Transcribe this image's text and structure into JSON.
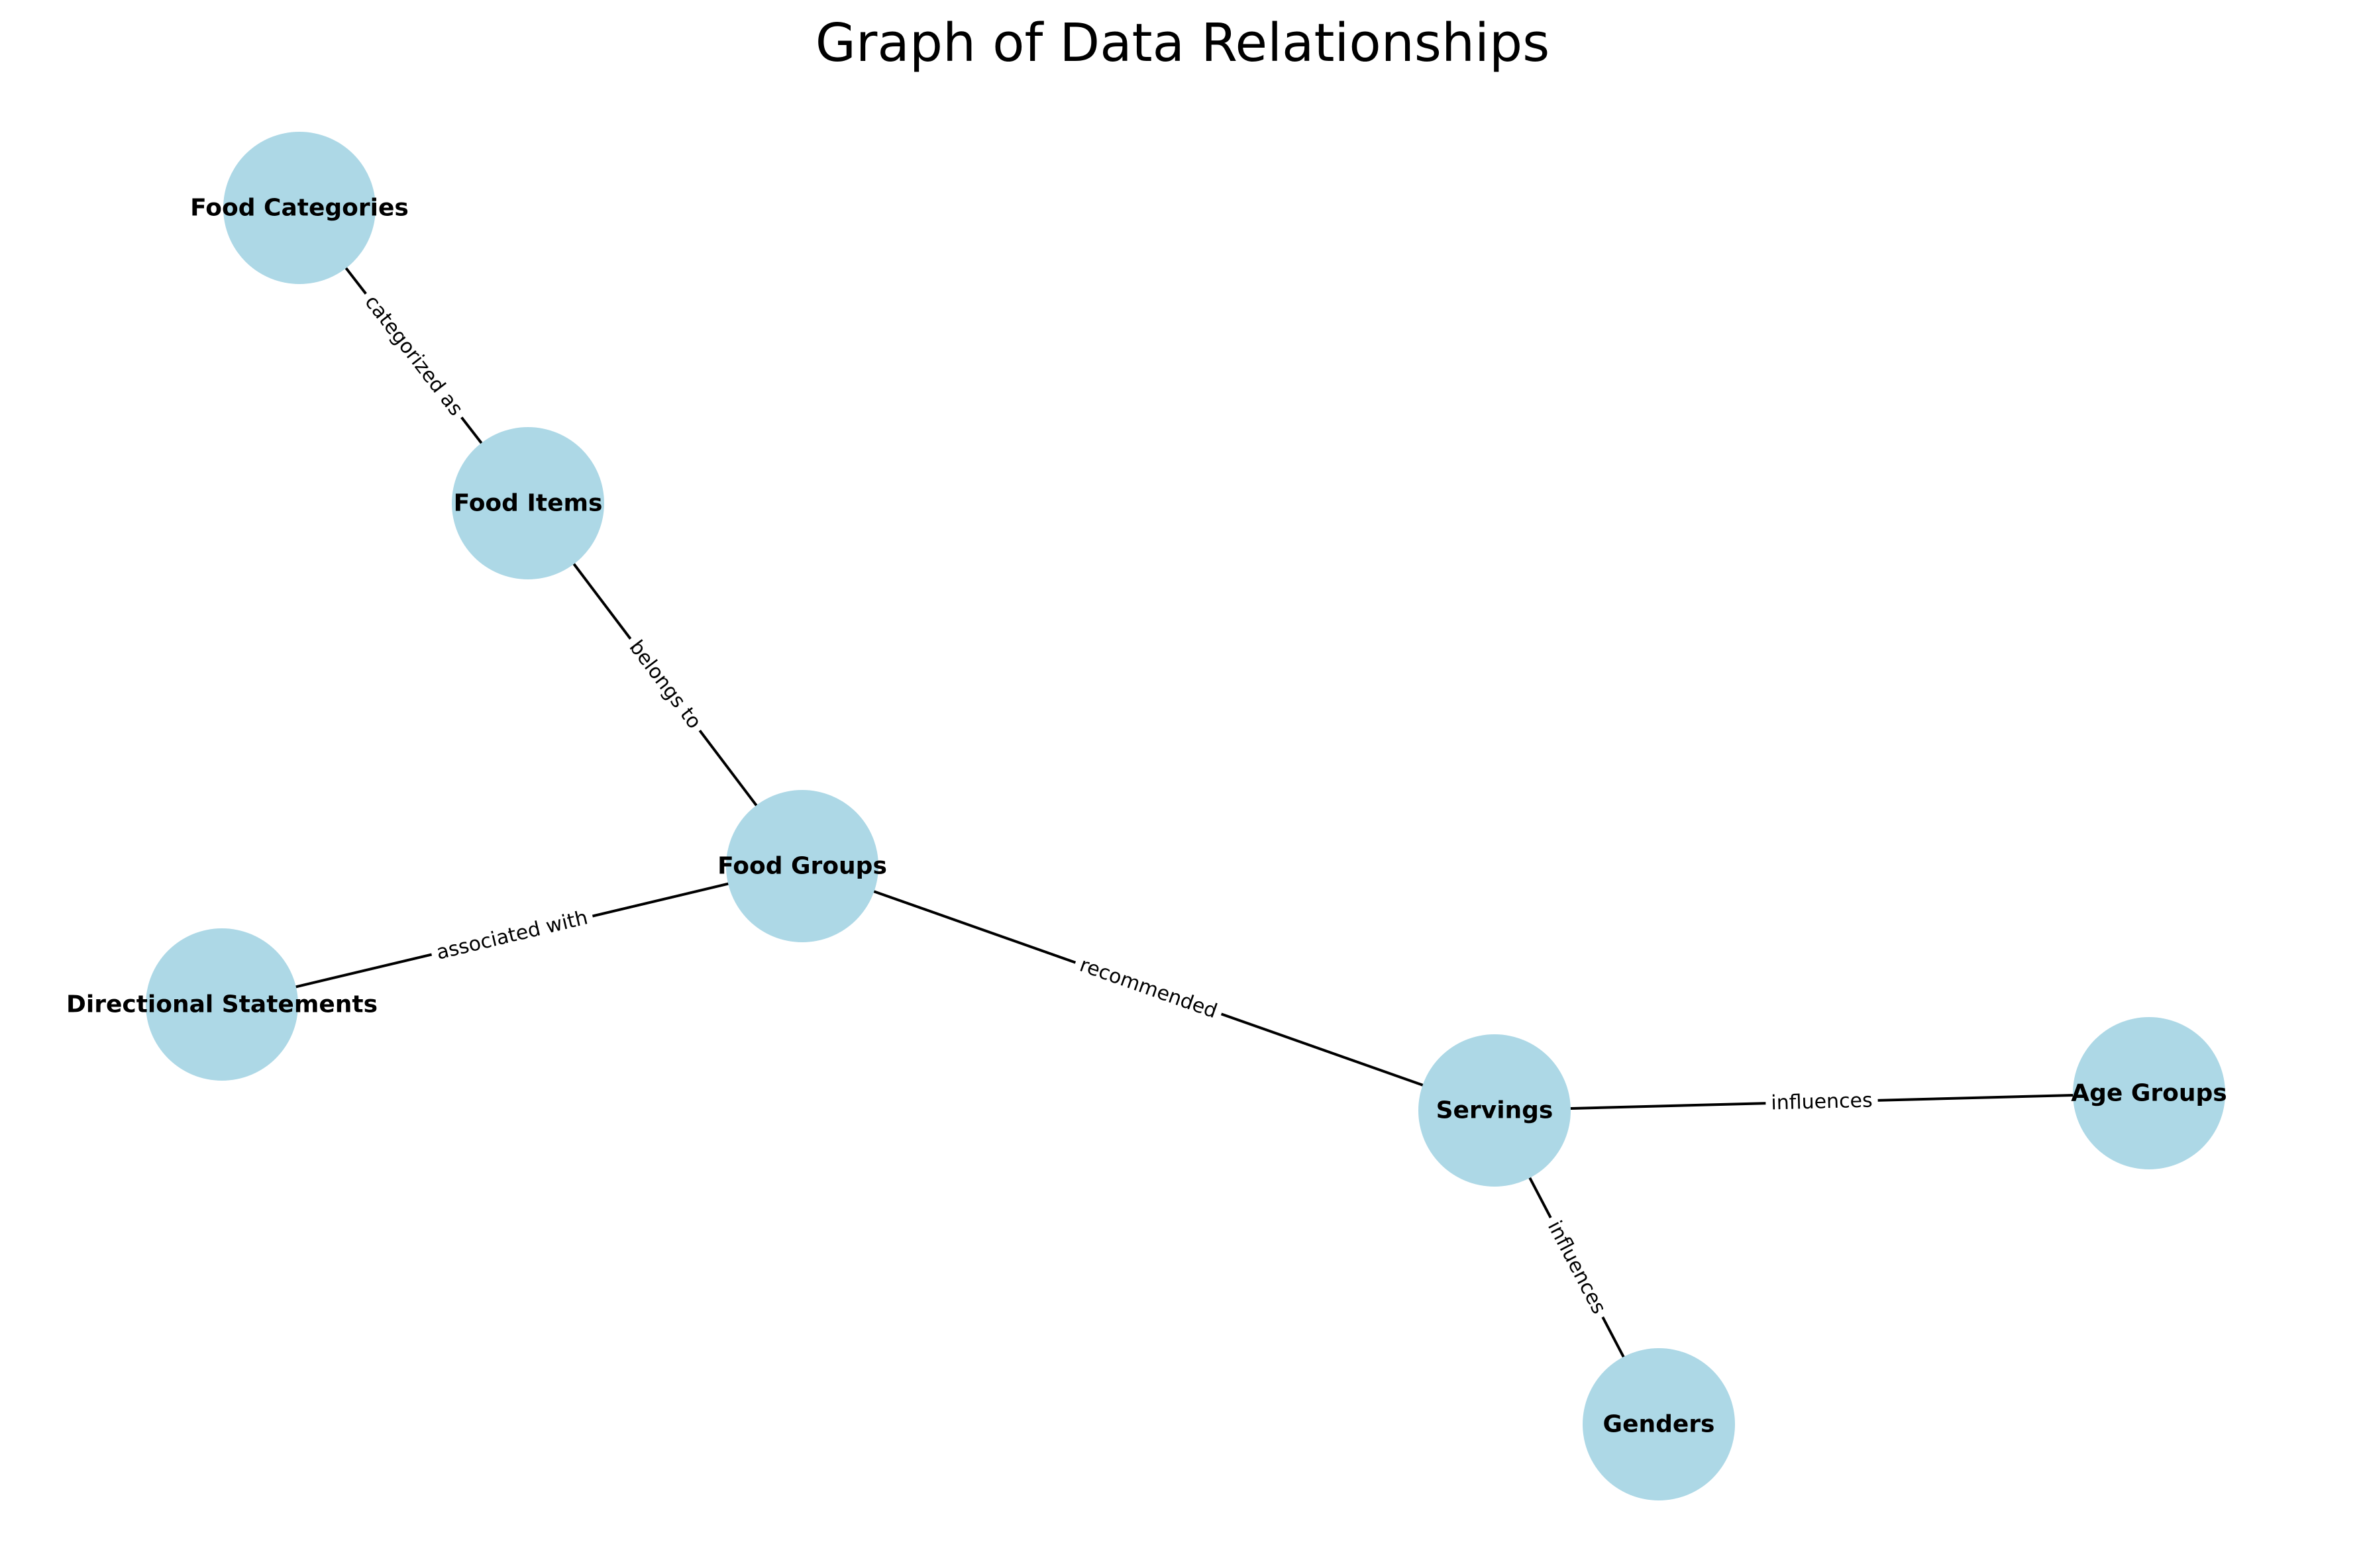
{
  "title": "Graph of Data Relationships",
  "colors": {
    "node_fill": "#add8e6",
    "edge": "#000000",
    "text": "#000000",
    "background": "#ffffff"
  },
  "nodes": [
    {
      "id": "food-categories",
      "label": "Food Categories"
    },
    {
      "id": "food-items",
      "label": "Food Items"
    },
    {
      "id": "food-groups",
      "label": "Food Groups"
    },
    {
      "id": "directional-statements",
      "label": "Directional Statements"
    },
    {
      "id": "servings",
      "label": "Servings"
    },
    {
      "id": "age-groups",
      "label": "Age Groups"
    },
    {
      "id": "genders",
      "label": "Genders"
    }
  ],
  "edges": [
    {
      "id": "categorized-as",
      "source": "food-items",
      "target": "food-categories",
      "label": "categorized as"
    },
    {
      "id": "belongs-to",
      "source": "food-items",
      "target": "food-groups",
      "label": "belongs to"
    },
    {
      "id": "associated-with",
      "source": "directional-statements",
      "target": "food-groups",
      "label": "associated with"
    },
    {
      "id": "recommended",
      "source": "food-groups",
      "target": "servings",
      "label": "recommended"
    },
    {
      "id": "influences-age",
      "source": "servings",
      "target": "age-groups",
      "label": "influences"
    },
    {
      "id": "influences-gender",
      "source": "servings",
      "target": "genders",
      "label": "influences"
    }
  ]
}
